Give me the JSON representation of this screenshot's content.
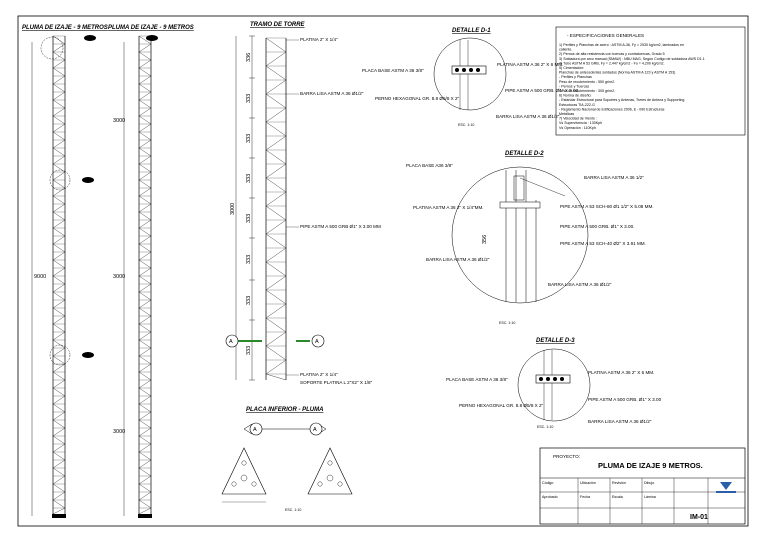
{
  "views": {
    "pluma1_title": "PLUMA DE IZAJE - 9 METROS",
    "pluma2_title": "PLUMA DE IZAJE - 9 METROS",
    "tramo_title": "TRAMO DE TORRE",
    "placa_title": "PLACA INFERIOR - PLUMA",
    "dim_9000": "9000",
    "dim_3000": "3000",
    "dim_333": "333",
    "dim_336": "336",
    "dim_356": "356",
    "section_mark": "A"
  },
  "tramo_labels": {
    "platina_top": "PLATINA 2\" X 1/4\"",
    "barra_lisa": "BARRA LISA ASTM A 36 Ø1/2\"",
    "pipe": "PIPE ASTM A 500 GRB Ø1\" X 3.00 MM",
    "platina_bottom": "PLATINA 2\" X 1/4\"",
    "soporte": "SOPORTE PLATINA L 2\"X2\" X 1/8\""
  },
  "detalle_d1": {
    "title": "DETALLE D-1",
    "placa_base": "PLACA BASE ASTM A 36 3/8\"",
    "perno": "PERNO HEXAGONAL GR. 8.8 Ø5/8 X 2\"",
    "platina": "PLATINA ASTM A 36 2\" X 6 MM.",
    "pipe": "PIPE ASTM A 500 GRB. Ø1\" X 3.00",
    "barra": "BARRA LISA ASTM A 36 Ø1/2\"",
    "scale": "ESC. 1:10"
  },
  "detalle_d2": {
    "title": "DETALLE D-2",
    "placa_base": "PLACA BASE A36 3/8\"",
    "platina": "PLATINA ASTM A 36 2\" X 1/4\"MM.",
    "barra_lisa_top": "BARRA LISA ASTM A 36 1/2\"",
    "pipe53": "PIPE ASTM A 53 SCH-80 Ø1 1/2\" X 5.08 MM.",
    "pipe500": "PIPE ASTM A 500 GRB. Ø1\" X 3.00.",
    "pipe_sch40": "PIPE ASTM A 53 SCH-40 Ø2\" X 3.91 MM.",
    "barra_lisa_left": "BARRA LISA ASTM A 36 Ø1/2\"",
    "barra_lisa_right": "BARRA LISA ASTM A 36 Ø1/2\"",
    "scale": "ESC. 1:10"
  },
  "detalle_d3": {
    "title": "DETALLE D-3",
    "placa_base": "PLACA BASE ASTM A 36 3/8\"",
    "perno": "PERNO HEXAGONAL GR. 8.8 Ø5/8 X 2\"",
    "platina": "PLATINA ASTM A 36 2\" X 6 MM.",
    "pipe": "PIPE ASTM A 500 GRB. Ø1\" X 3.00",
    "barra": "BARRA LISA ASTM A 36 Ø1/2\"",
    "scale": "ESC. 1:10"
  },
  "placa_scale": "ESC. 1:10",
  "specs": {
    "title": "- ESPECIFICACIONES GENERALES",
    "lines": [
      "1) Perfiles y Planchas de acero : ASTM A-36, Fy = 2530 kg/cm2, laminados en",
      "caliente.",
      "2) Pernos de alta resistencia con tuercas y contratuercas, Grado 5",
      "3) Soldadura por arco manual (SMAW) : NBU MAG, Según Código de soldadura AWS D1.1",
      "4) Tubo ASTM A 53 GRB, Fy = 2,447 kg/cm2 - Fu = 4,200 kg/cm2.",
      "5) Cimentación:",
      "   Planchas de antecedentes soldados (Norma ASTM A 123 y ASTM A 153)",
      "   - Perfiles y Planchas",
      "   Peso de recubrimiento : 550 gr/m2.",
      "   - Pernos y Tuercas",
      "   Peso de recubrimiento : 305 gr/m2.",
      "6) Norma de diseño:",
      "   - Estándar Estructural para Soportes y Antenas, Torres de Antena y Supporting",
      "   Estructuras TIA-222-G",
      "   - Reglamento Nacional de Edificaciones 2006, E - 090        Estructuras",
      "   Metálicas",
      "7) Velocidad de Viento :",
      "   Vs Supervivencia : 130Kph",
      "   Vs Operación : 110Kph"
    ]
  },
  "title_block": {
    "proyecto_label": "PROYECTO:",
    "project_name": "PLUMA DE IZAJE 9 METROS.",
    "sheet_number": "IM-01",
    "cells": [
      "Código",
      "Ubicación",
      "Revisión",
      "Dibujo",
      "Aprobado",
      "Fecha",
      "Escala",
      "Lámina"
    ]
  }
}
